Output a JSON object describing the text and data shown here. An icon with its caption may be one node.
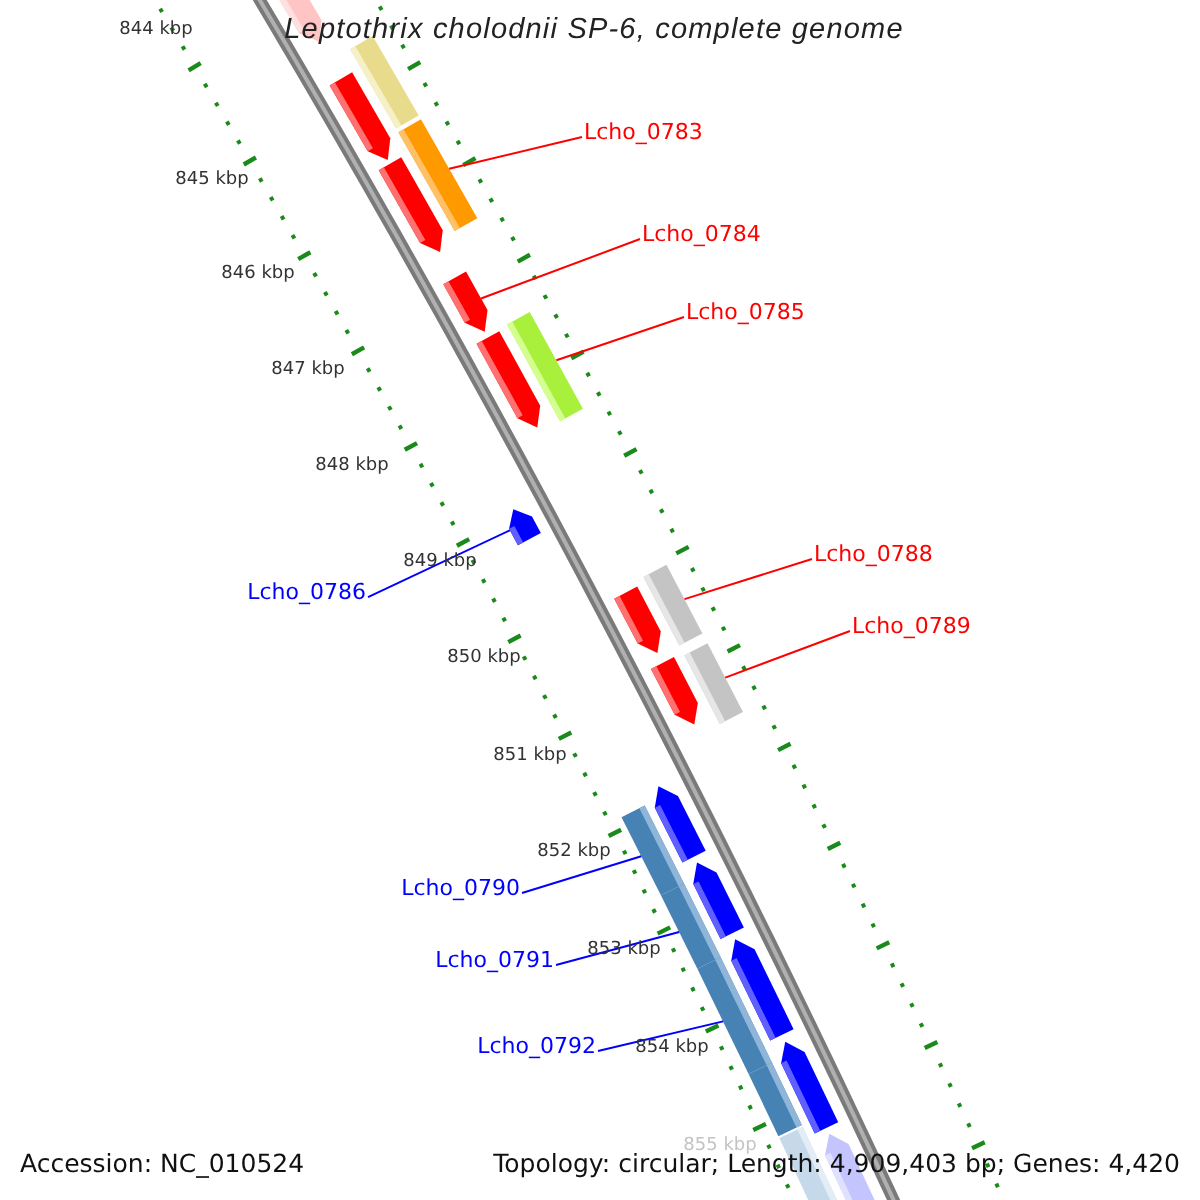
{
  "diagram": {
    "title": "Leptothrix cholodnii SP-6, complete genome",
    "nodes": [
      {
        "text": [],
        "shape": "pentagon"
      },
      {
        "text": [],
        "shape": "bar"
      },
      {
        "text": [],
        "shape": "pentagon"
      },
      {
        "text": [
          "Lcho_0783"
        ]
      },
      {
        "text": [],
        "shape": "bar"
      },
      {
        "text": [],
        "shape": "pentagon"
      },
      {
        "text": [
          "Lcho_0784"
        ]
      },
      {
        "text": [],
        "shape": "pentagon"
      },
      {
        "text": [
          "Lcho_0785"
        ]
      },
      {
        "text": [],
        "shape": "bar"
      },
      {
        "text": [],
        "shape": "pentagon"
      },
      {
        "text": [],
        "shape": "pentagon"
      },
      {
        "text": [
          "Lcho_0788"
        ]
      },
      {
        "text": [
          "Lcho_0786"
        ]
      },
      {
        "text": [],
        "shape": "bar"
      },
      {
        "text": [],
        "shape": "pentagon"
      },
      {
        "text": [
          "Lcho_0789"
        ]
      },
      {
        "text": [],
        "shape": "bar"
      },
      {
        "text": [],
        "shape": "pentagon"
      },
      {
        "text": [],
        "shape": "pentagon"
      },
      {
        "text": [],
        "shape": "bar"
      },
      {
        "text": [
          "Lcho_0790"
        ]
      },
      {
        "text": [],
        "shape": "pentagon"
      },
      {
        "text": [],
        "shape": "bar"
      },
      {
        "text": [
          "Lcho_0791"
        ]
      },
      {
        "text": [],
        "shape": "pentagon"
      },
      {
        "text": [],
        "shape": "bar"
      },
      {
        "text": [
          "Lcho_0792"
        ]
      },
      {
        "text": [],
        "shape": "pentagon"
      },
      {
        "text": [],
        "shape": "bar"
      },
      {
        "text": [],
        "shape": "pentagon"
      },
      {
        "text": [],
        "shape": "bar"
      }
    ],
    "edges": [
      {
        "from": 3,
        "to": 4,
        "arrow": "none"
      },
      {
        "from": 6,
        "to": 7,
        "arrow": "none"
      },
      {
        "from": 8,
        "to": 9,
        "arrow": "none"
      },
      {
        "from": 13,
        "to": 11,
        "arrow": "none",
        "color": "#0000ff"
      },
      {
        "from": 12,
        "to": 14,
        "arrow": "none"
      },
      {
        "from": 16,
        "to": 17,
        "arrow": "none"
      },
      {
        "from": 21,
        "to": 20,
        "arrow": "none",
        "color": "#0000ff"
      },
      {
        "from": 24,
        "to": 23,
        "arrow": "none",
        "color": "#0000ff"
      },
      {
        "from": 27,
        "to": 26,
        "arrow": "none",
        "color": "#0000ff"
      }
    ],
    "labels": [
      "844 kbp",
      "845 kbp",
      "846 kbp",
      "847 kbp",
      "848 kbp",
      "849 kbp",
      "850 kbp",
      "851 kbp",
      "852 kbp",
      "853 kbp",
      "854 kbp",
      "855 kbp",
      "Accession: NC_010524",
      "Topology: circular; Length: 4,909,403 bp; Genes: 4,420"
    ]
  }
}
